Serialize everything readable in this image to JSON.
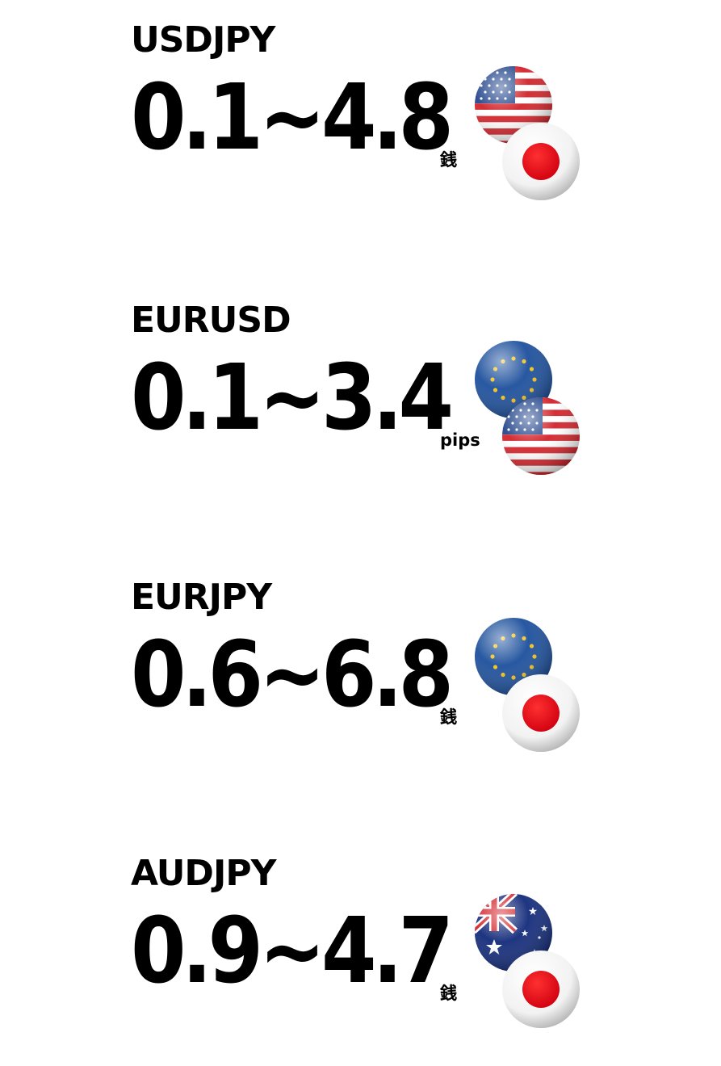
{
  "pairs": [
    {
      "name": "USDJPY",
      "spread": "0.1~4.8",
      "unit": "銭",
      "flags": [
        "us-flag-icon",
        "japan-flag-icon"
      ]
    },
    {
      "name": "EURUSD",
      "spread": "0.1~3.4",
      "unit": "pips",
      "flags": [
        "eu-flag-icon",
        "us-flag-icon"
      ]
    },
    {
      "name": "EURJPY",
      "spread": "0.6~6.8",
      "unit": "銭",
      "flags": [
        "eu-flag-icon",
        "japan-flag-icon"
      ]
    },
    {
      "name": "AUDJPY",
      "spread": "0.9~4.7",
      "unit": "銭",
      "flags": [
        "australia-flag-icon",
        "japan-flag-icon"
      ]
    }
  ],
  "colors": {
    "text": "#000000",
    "japan_red": "#e60012",
    "us_red": "#d2232a",
    "us_blue": "#23468c",
    "eu_blue": "#1c4f9c",
    "eu_star": "#f3c21a",
    "au_blue": "#122a7a"
  }
}
